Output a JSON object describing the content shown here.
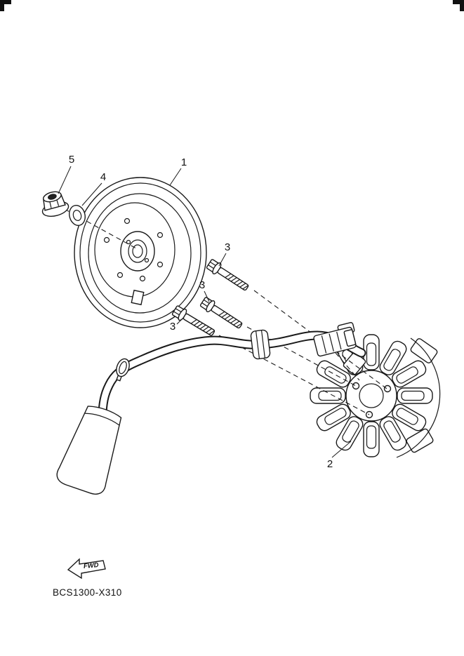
{
  "meta": {
    "background_color": "#ffffff",
    "ink_color": "#1a1a1a"
  },
  "diagram": {
    "code": "BCS1300-X310",
    "fwd_label": "FWD",
    "callouts": [
      {
        "part": "rotor-assembly",
        "label": "1"
      },
      {
        "part": "stator-assembly",
        "label": "2"
      },
      {
        "part": "bolt-upper",
        "label": "3"
      },
      {
        "part": "bolt-middle",
        "label": "3"
      },
      {
        "part": "bolt-lower",
        "label": "3"
      },
      {
        "part": "plain-washer",
        "label": "4"
      },
      {
        "part": "flange-nut",
        "label": "5"
      }
    ]
  }
}
